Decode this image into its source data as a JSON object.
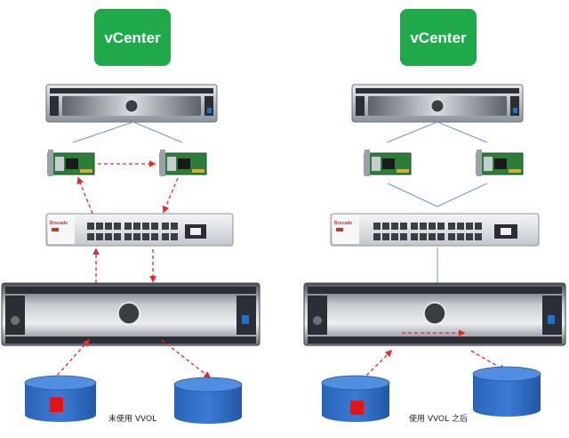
{
  "left": {
    "title": "vCenter",
    "caption": "未使用 VVOL"
  },
  "right": {
    "title": "vCenter",
    "caption": "使用 VVOL 之后"
  },
  "colors": {
    "vcenter_green": "#1fa94b",
    "arrow_red": "#e32b2b",
    "link_blue": "#6f93d2",
    "disk_blue": "#2f6fc6",
    "vm_red": "#e0151b",
    "nic_green": "#2c7d3a"
  },
  "icons": {
    "server": "rack-server-icon",
    "nic": "hba-card-icon",
    "switch": "fc-switch-icon",
    "storage": "storage-array-icon",
    "disk": "datastore-cylinder-icon",
    "vm": "vm-block-icon"
  }
}
